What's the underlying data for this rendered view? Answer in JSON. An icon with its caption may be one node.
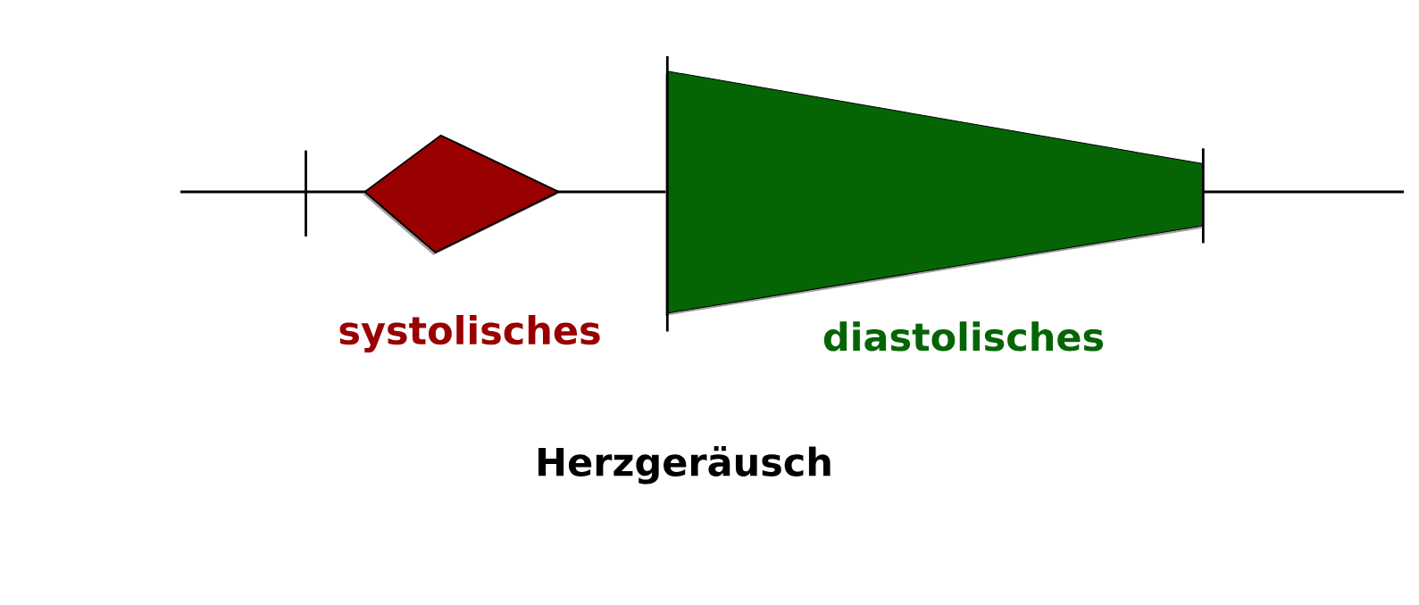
{
  "diagram": {
    "caption": "Herzgeräusch",
    "labels": [
      "systolisches",
      "diastolisches"
    ]
  }
}
